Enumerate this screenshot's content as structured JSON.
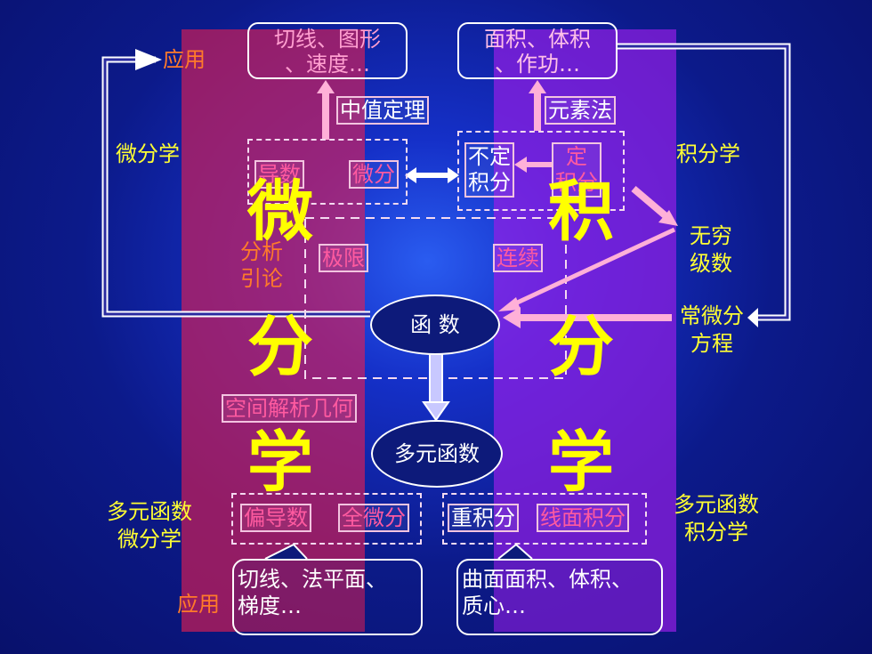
{
  "center": {
    "hanshu": "函 数",
    "duoyuan": "多元函数"
  },
  "top_boxes": {
    "left": "切线、图形\n、速度…",
    "right": "面积、体积\n、作功…"
  },
  "labels": {
    "yingyong_top": "应用",
    "weifenxue": "微分学",
    "jifenxue": "积分学",
    "zhongzhi": "中值定理",
    "yuansufa": "元素法",
    "daoshu": "导数",
    "weifen": "微分",
    "budingjifen": "不定\n积分",
    "dingjifen": "定\n积分",
    "fenxi": "分析\n引论",
    "jixian": "极限",
    "lianxu": "连续",
    "wuqiong": "无穷\n级数",
    "changweifen": "常微分\n方程",
    "kongjian": "空间解析几何",
    "duoyuan_weifen": "多元函数\n微分学",
    "duoyuan_jifen": "多元函数\n积分学",
    "piandaoshu": "偏导数",
    "quanweifen": "全微分",
    "zhongjifen": "重积分",
    "xianmian": "线面积分",
    "yingyong_bottom": "应用"
  },
  "big_chars": {
    "wei": "微",
    "fen_left": "分",
    "xue_left": "学",
    "ji": "积",
    "fen_right": "分",
    "xue_right": "学"
  },
  "bottom_bubbles": {
    "left": "切线、法平面、\n梯度…",
    "right": "曲面面积、体积、\n质心…"
  },
  "colors": {
    "red_band": "#e61e50",
    "purple_band": "#961ee6",
    "yellow": "#ffff00",
    "background": "#0c1a8a"
  }
}
